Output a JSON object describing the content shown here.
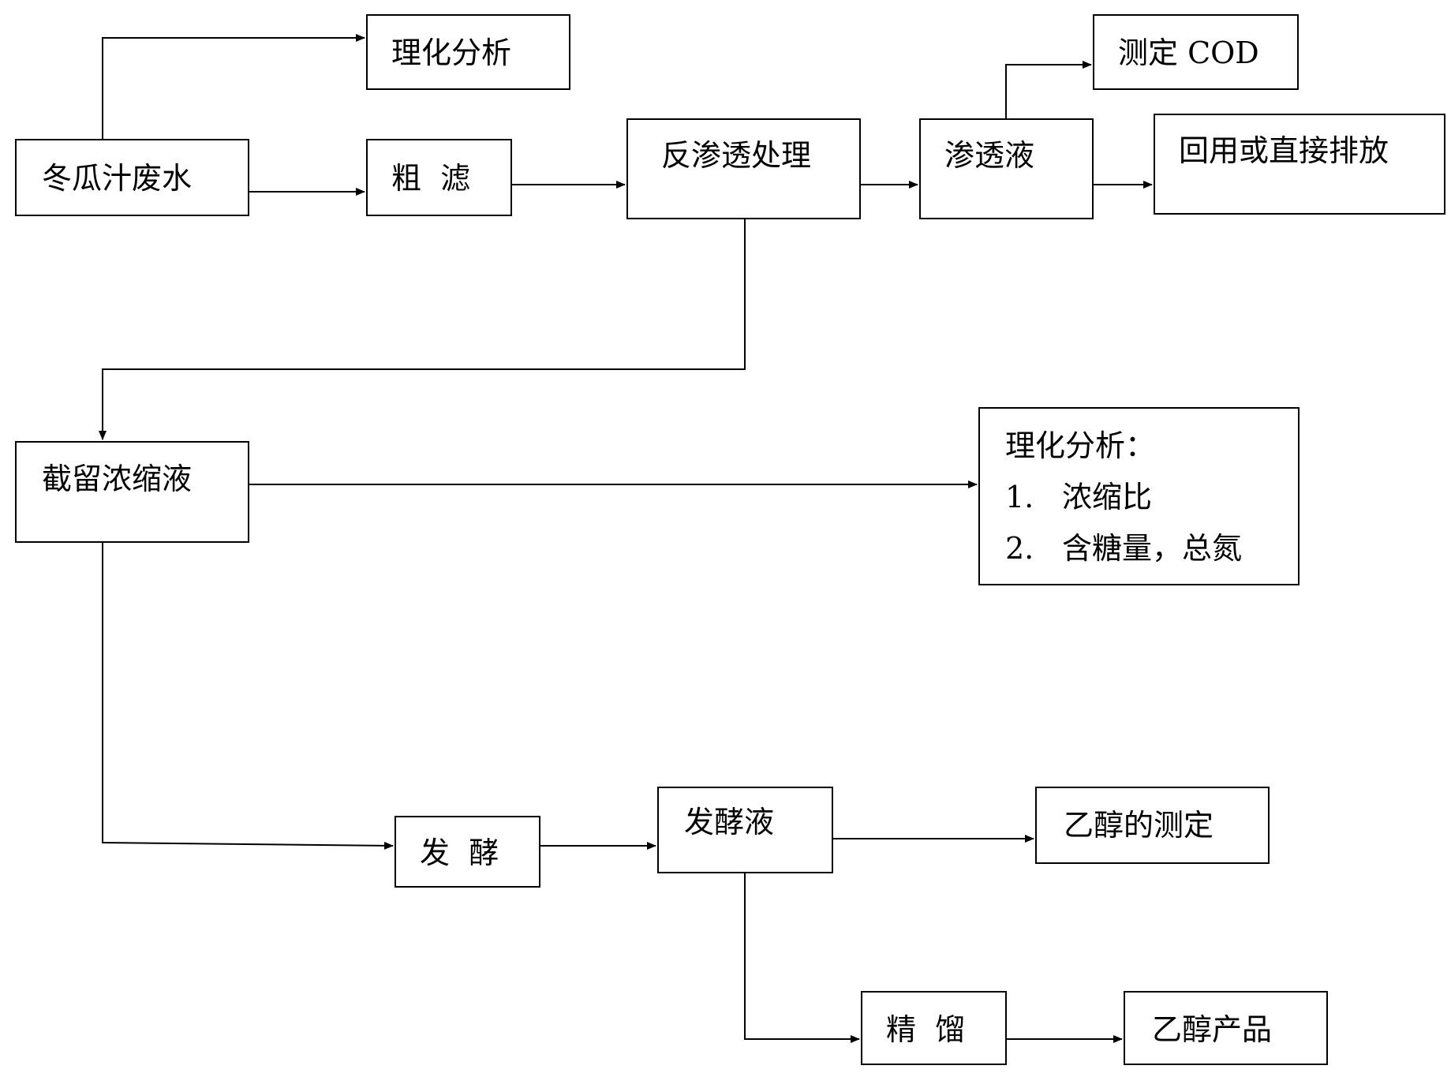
{
  "diagram": {
    "nodes": {
      "physchem_analysis_top": "理化分析",
      "winter_melon_wastewater": "冬瓜汁废水",
      "coarse_filter": "粗  滤",
      "reverse_osmosis": "反渗透处理",
      "permeate": "渗透液",
      "measure_cod": "测定 COD",
      "reuse_or_discharge": "回用或直接排放",
      "retentate_concentrate": "截留浓缩液",
      "physchem_analysis_detail": {
        "title": "理化分析：",
        "item1_num": "1.",
        "item1_text": "浓缩比",
        "item2_num": "2.",
        "item2_text": "含糖量，总氮"
      },
      "fermentation": "发  酵",
      "fermentation_broth": "发酵液",
      "ethanol_determination": "乙醇的测定",
      "rectification": "精  馏",
      "ethanol_product": "乙醇产品"
    }
  }
}
